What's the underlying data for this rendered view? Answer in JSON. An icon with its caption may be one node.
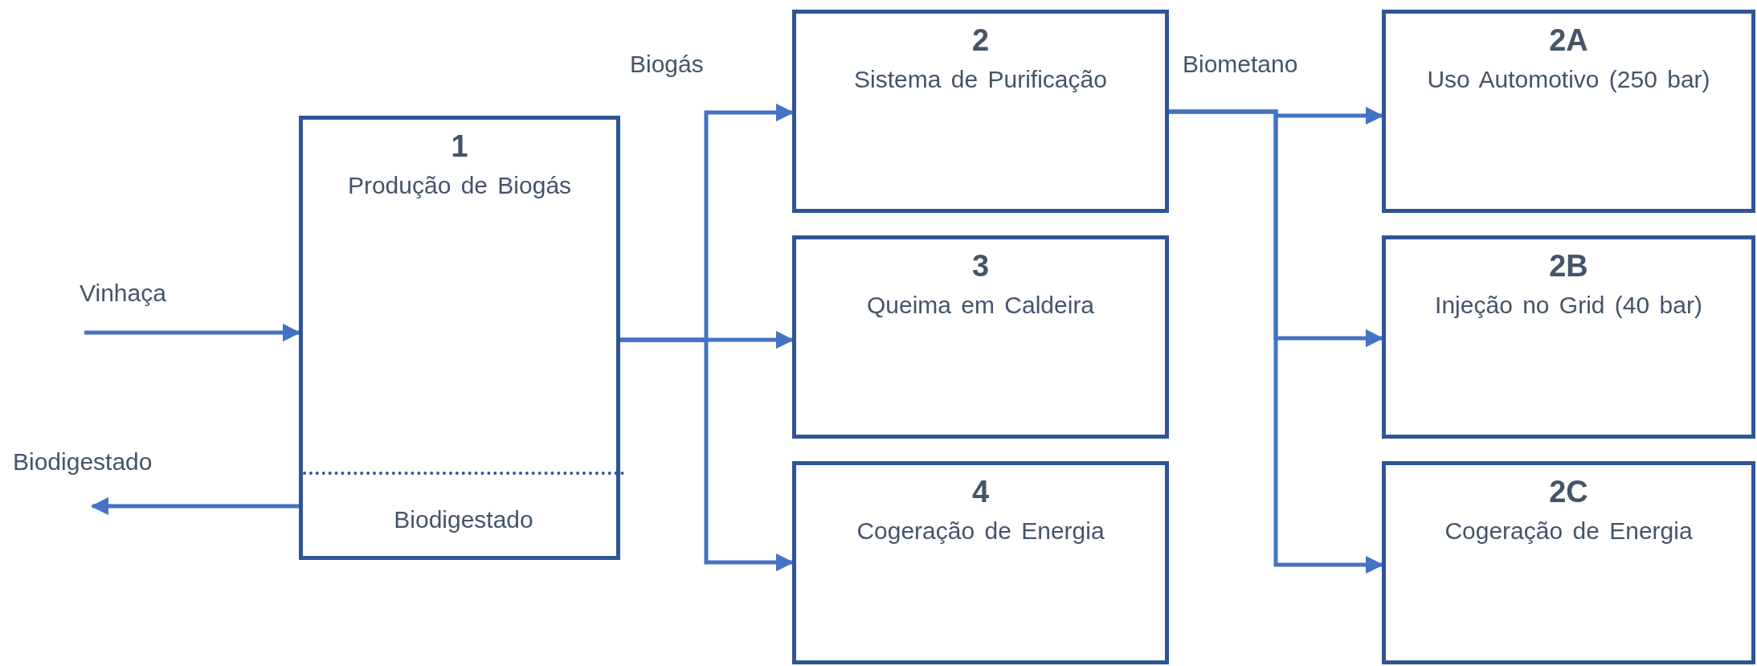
{
  "diagram": {
    "nodes": [
      {
        "text": [
          "1",
          "Produção de Biogás"
        ]
      },
      {
        "text": [
          "Biodigestado"
        ],
        "in": 0
      },
      {
        "text": [
          "2",
          "Sistema de Purificação"
        ]
      },
      {
        "text": [
          "3",
          "Queima em Caldeira"
        ]
      },
      {
        "text": [
          "4",
          "Cogeração de Energia"
        ]
      },
      {
        "text": [
          "2A",
          "Uso Automotivo (250 bar)"
        ]
      },
      {
        "text": [
          "2B",
          "Injeção no Grid (40 bar)"
        ]
      },
      {
        "text": [
          "2C",
          "Cogeração de Energia"
        ]
      }
    ],
    "edges": [
      {
        "from": null,
        "to": 0,
        "arrow": "to",
        "label": "Vinhaça"
      },
      {
        "from": 1,
        "to": null,
        "arrow": "to",
        "label": "Biodigestado"
      },
      {
        "from": 0,
        "to": 2,
        "arrow": "to",
        "label": "Biogás"
      },
      {
        "from": 0,
        "to": 3,
        "arrow": "to"
      },
      {
        "from": 0,
        "to": 4,
        "arrow": "to"
      },
      {
        "from": 2,
        "to": 5,
        "arrow": "to",
        "label": "Biometano"
      },
      {
        "from": 2,
        "to": 6,
        "arrow": "to"
      },
      {
        "from": 2,
        "to": 7,
        "arrow": "to"
      }
    ]
  }
}
